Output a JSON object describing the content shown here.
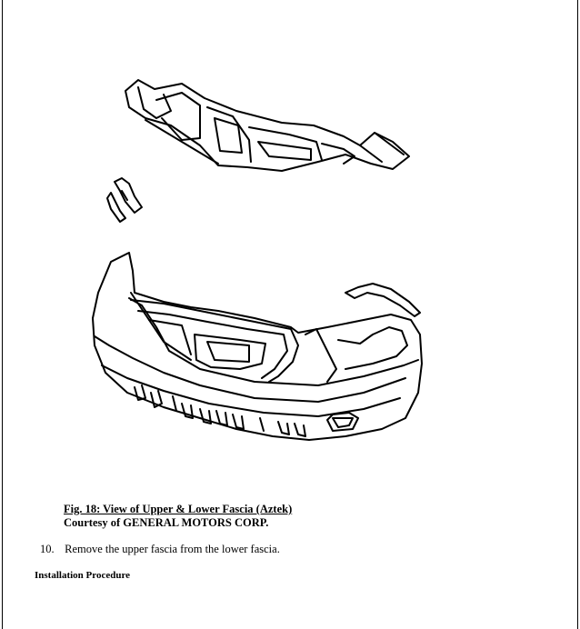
{
  "figure": {
    "caption_title": "Fig. 18: View of Upper & Lower Fascia (Aztek)",
    "caption_credit": "Courtesy of GENERAL MOTORS CORP.",
    "icon": "fascia-line-drawing"
  },
  "steps": [
    {
      "number": "10.",
      "text": "Remove the upper fascia from the lower fascia."
    }
  ],
  "section_heading": "Installation Procedure"
}
